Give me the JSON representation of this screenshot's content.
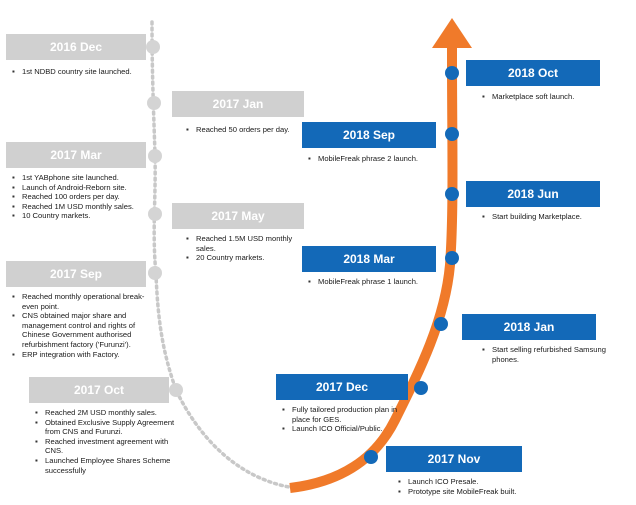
{
  "colors": {
    "past_tag": "#d0d0d0",
    "future_tag": "#1369b8",
    "arrow": "#f07a2a",
    "past_node": "#d4d4d4",
    "future_node": "#1369b8"
  },
  "past": [
    {
      "date": "2016 Dec",
      "items": [
        "1st NDBD country site launched."
      ]
    },
    {
      "date": "2017 Jan",
      "items": [
        "Reached 50 orders per day."
      ]
    },
    {
      "date": "2017 Mar",
      "items": [
        "1st YABphone site launched.",
        "Launch of Android-Reborn site.",
        "Reached 100 orders per day.",
        "Reached 1M USD monthly sales.",
        "10 Country markets."
      ]
    },
    {
      "date": "2017 May",
      "items": [
        "Reached 1.5M USD monthly sales.",
        "20 Country markets."
      ]
    },
    {
      "date": "2017 Sep",
      "items": [
        "Reached monthly operational break-even point.",
        "CNS obtained major share and management control and rights of Chinese Government authorised refurbishment factory ('Furunzi').",
        "ERP integration with Factory."
      ]
    },
    {
      "date": "2017 Oct",
      "items": [
        "Reached 2M USD monthly sales.",
        "Obtained Exclusive Supply Agreement from CNS and Furunzi.",
        "Reached investment agreement with CNS.",
        "Launched Employee Shares Scheme successfully"
      ]
    }
  ],
  "future": [
    {
      "date": "2018 Oct",
      "items": [
        "Marketplace soft launch."
      ]
    },
    {
      "date": "2018 Sep",
      "items": [
        "MobileFreak phrase 2 launch."
      ]
    },
    {
      "date": "2018 Jun",
      "items": [
        "Start building Marketplace."
      ]
    },
    {
      "date": "2018 Mar",
      "items": [
        "MobileFreak phrase 1 launch."
      ]
    },
    {
      "date": "2018 Jan",
      "items": [
        "Start selling refurbished Samsung phones."
      ]
    },
    {
      "date": "2017 Dec",
      "items": [
        "Fully tailored production plan in place for GES.",
        "Launch ICO Official/Public."
      ]
    },
    {
      "date": "2017 Nov",
      "items": [
        "Launch ICO Presale.",
        "Prototype site MobileFreak built."
      ]
    }
  ]
}
